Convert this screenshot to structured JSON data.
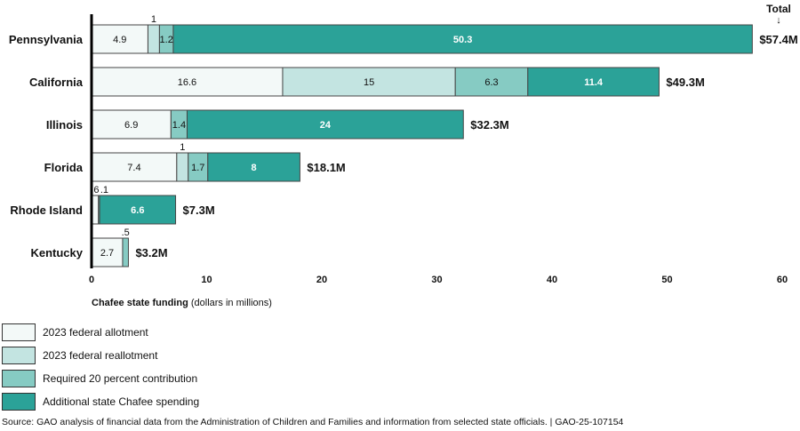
{
  "chart_data": {
    "type": "bar",
    "orientation": "horizontal",
    "stacked": true,
    "categories": [
      "Pennsylvania",
      "California",
      "Illinois",
      "Florida",
      "Rhode Island",
      "Kentucky"
    ],
    "series": [
      {
        "name": "2023 federal allotment",
        "color": "#f3f9f8",
        "values": [
          4.9,
          16.6,
          6.9,
          7.4,
          0.6,
          2.7
        ],
        "labels": [
          "4.9",
          "16.6",
          "6.9",
          "7.4",
          ".6",
          "2.7"
        ]
      },
      {
        "name": "2023 federal reallotment",
        "color": "#c3e4e1",
        "values": [
          1,
          15,
          0,
          1,
          0,
          0
        ],
        "labels": [
          "1",
          "15",
          "",
          "1",
          "",
          ""
        ]
      },
      {
        "name": "Required 20 percent contribution",
        "color": "#86cbc3",
        "values": [
          1.2,
          6.3,
          1.4,
          1.7,
          0.1,
          0.5
        ],
        "labels": [
          "1.2",
          "6.3",
          "1.4",
          "1.7",
          ".1",
          ".5"
        ]
      },
      {
        "name": "Additional state Chafee spending",
        "color": "#2ba298",
        "values": [
          50.3,
          11.4,
          24,
          8,
          6.6,
          0
        ],
        "labels": [
          "50.3",
          "11.4",
          "24",
          "8",
          "6.6",
          ""
        ]
      }
    ],
    "totals": [
      "$57.4M",
      "$49.3M",
      "$32.3M",
      "$18.1M",
      "$7.3M",
      "$3.2M"
    ],
    "total_label": "Total",
    "xlim": [
      0,
      60
    ],
    "xticks": [
      "0",
      "10",
      "20",
      "30",
      "40",
      "50",
      "60"
    ],
    "xlabel_bold": "Chafee state funding",
    "xlabel_rest": " (dollars in millions)",
    "legend_position": "bottom-left"
  },
  "source": "Source: GAO analysis of financial data from the Administration of Children and Families and information from selected state officials.  |  GAO-25-107154"
}
